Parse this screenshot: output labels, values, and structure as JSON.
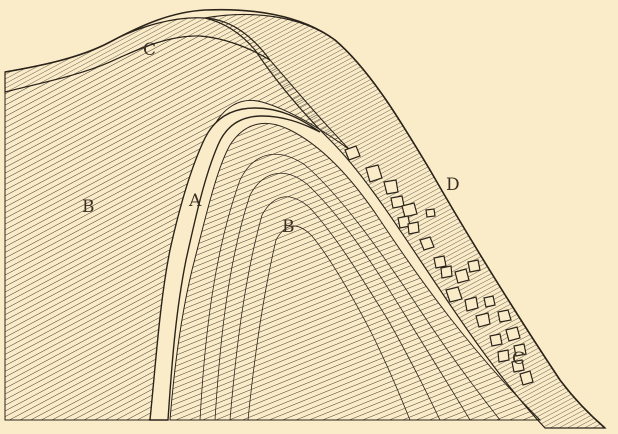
{
  "colors": {
    "paper": "#fbecc9",
    "ink": "#2b241b",
    "ink_light": "#4a3f30"
  },
  "labels": {
    "a": "A",
    "b_left": "B",
    "b_right": "B",
    "c_top": "C",
    "c_lower": "C",
    "d": "D"
  }
}
